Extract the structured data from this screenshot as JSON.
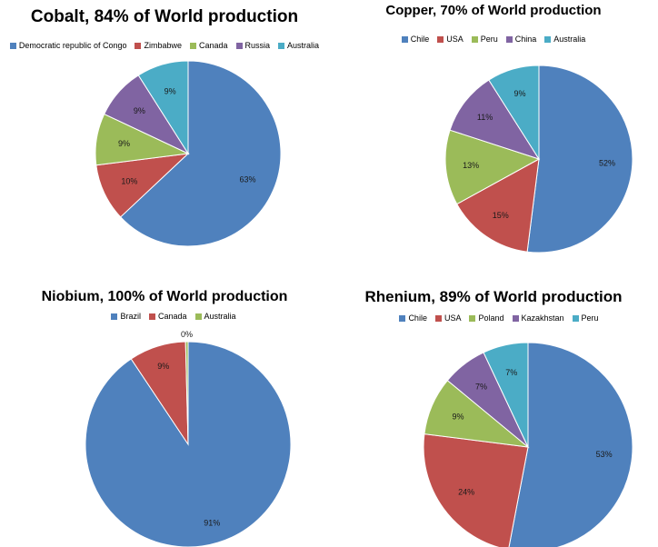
{
  "chart_data": [
    {
      "type": "pie",
      "title": "Cobalt,  84% of World production",
      "labels": [
        "Democratic republic of Congo",
        "Zimbabwe",
        "Canada",
        "Russia",
        "Australia"
      ],
      "values": [
        63,
        10,
        9,
        9,
        9
      ],
      "data_labels": [
        "63%",
        "10%",
        "9%",
        "9%",
        "9%"
      ],
      "colors": [
        "#4f81bd",
        "#c0504d",
        "#9bbb59",
        "#8064a2",
        "#4bacc6"
      ],
      "legend_position": "top"
    },
    {
      "type": "pie",
      "title": "Copper,  70% of World production",
      "labels": [
        "Chile",
        "USA",
        "Peru",
        "China",
        "Australia"
      ],
      "values": [
        52,
        15,
        13,
        11,
        9
      ],
      "data_labels": [
        "52%",
        "15%",
        "13%",
        "11%",
        "9%"
      ],
      "colors": [
        "#4f81bd",
        "#c0504d",
        "#9bbb59",
        "#8064a2",
        "#4bacc6"
      ],
      "legend_position": "top"
    },
    {
      "type": "pie",
      "title": "Niobium,  100% of World production",
      "labels": [
        "Brazil",
        "Canada",
        "Australia"
      ],
      "values": [
        91,
        9,
        0.4
      ],
      "data_labels": [
        "91%",
        "9%",
        "0%"
      ],
      "colors": [
        "#4f81bd",
        "#c0504d",
        "#9bbb59"
      ],
      "legend_position": "top"
    },
    {
      "type": "pie",
      "title": "Rhenium,  89% of World production",
      "labels": [
        "Chile",
        "USA",
        "Poland",
        "Kazakhstan",
        "Peru"
      ],
      "values": [
        53,
        24,
        9,
        7,
        7
      ],
      "data_labels": [
        "53%",
        "24%",
        "9%",
        "7%",
        "7%"
      ],
      "colors": [
        "#4f81bd",
        "#c0504d",
        "#9bbb59",
        "#8064a2",
        "#4bacc6"
      ],
      "legend_position": "top"
    }
  ]
}
